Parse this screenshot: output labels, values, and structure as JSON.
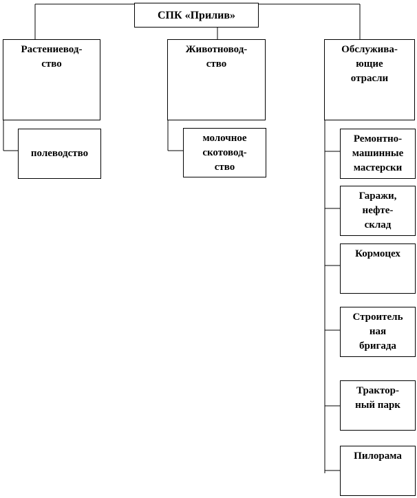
{
  "root": {
    "label": "СПК «Прилив»"
  },
  "branches": [
    {
      "label": "Растениевод-\nство"
    },
    {
      "label": "Животновод-\nство"
    },
    {
      "label": "Обслужива-\nющие\nотрасли"
    }
  ],
  "sub_units": {
    "crop": [
      "полеводство"
    ],
    "livestock": [
      "молочное\nскотовод-\nство"
    ],
    "service": [
      "Ремонтно-\nмашинные\nмастерски",
      "Гаражи,\nнефте-\nсклад",
      "Кормоцех",
      "Строитель\nная\nбригада",
      "Трактор-\nный парк",
      "Пилорама"
    ]
  }
}
